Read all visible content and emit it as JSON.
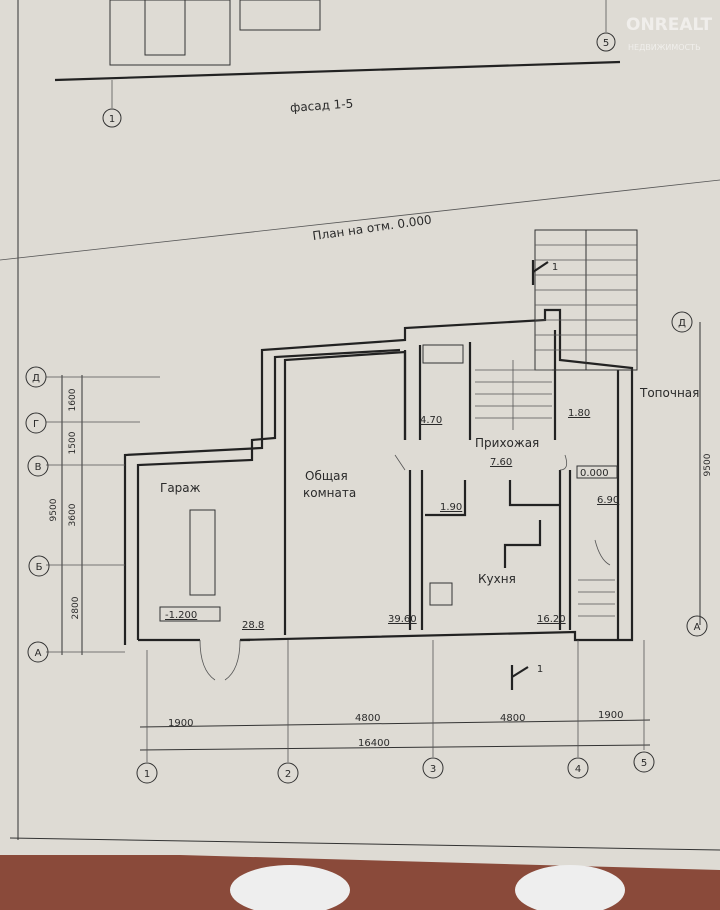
{
  "watermark": {
    "brand": "ONREALT",
    "subtitle": "НЕДВИЖИМОСТЬ"
  },
  "titles": {
    "facade": "фасад 1-5",
    "plan": "План на отм. 0.000"
  },
  "section_mark": "1",
  "axes": {
    "rows": [
      "Д",
      "Г",
      "В",
      "Б",
      "А"
    ],
    "columns": [
      "1",
      "2",
      "3",
      "4",
      "5"
    ],
    "facade_columns": [
      "1",
      "5"
    ],
    "right_rows": [
      "Д",
      "А"
    ]
  },
  "dimensions": {
    "vertical": [
      "1600",
      "1500",
      "3600",
      "2800"
    ],
    "vertical_total": "9500",
    "right_total": "9500",
    "horizontal": [
      "1900",
      "4800",
      "4800",
      "1900"
    ],
    "horizontal_total": "16400"
  },
  "rooms": {
    "garage": "Гараж",
    "living_line1": "Общая",
    "living_line2": "комната",
    "hallway": "Прихожая",
    "kitchen": "Кухня",
    "boiler": "Топочная"
  },
  "areas": {
    "garage_level": "-1.200",
    "garage_area": "28.8",
    "living": "39.60",
    "bath": "4.70",
    "hall": "7.60",
    "wc": "1.90",
    "kitchen": "16.20",
    "boiler_small": "1.80",
    "stair_room": "6.90",
    "floor_level": "0.000"
  }
}
